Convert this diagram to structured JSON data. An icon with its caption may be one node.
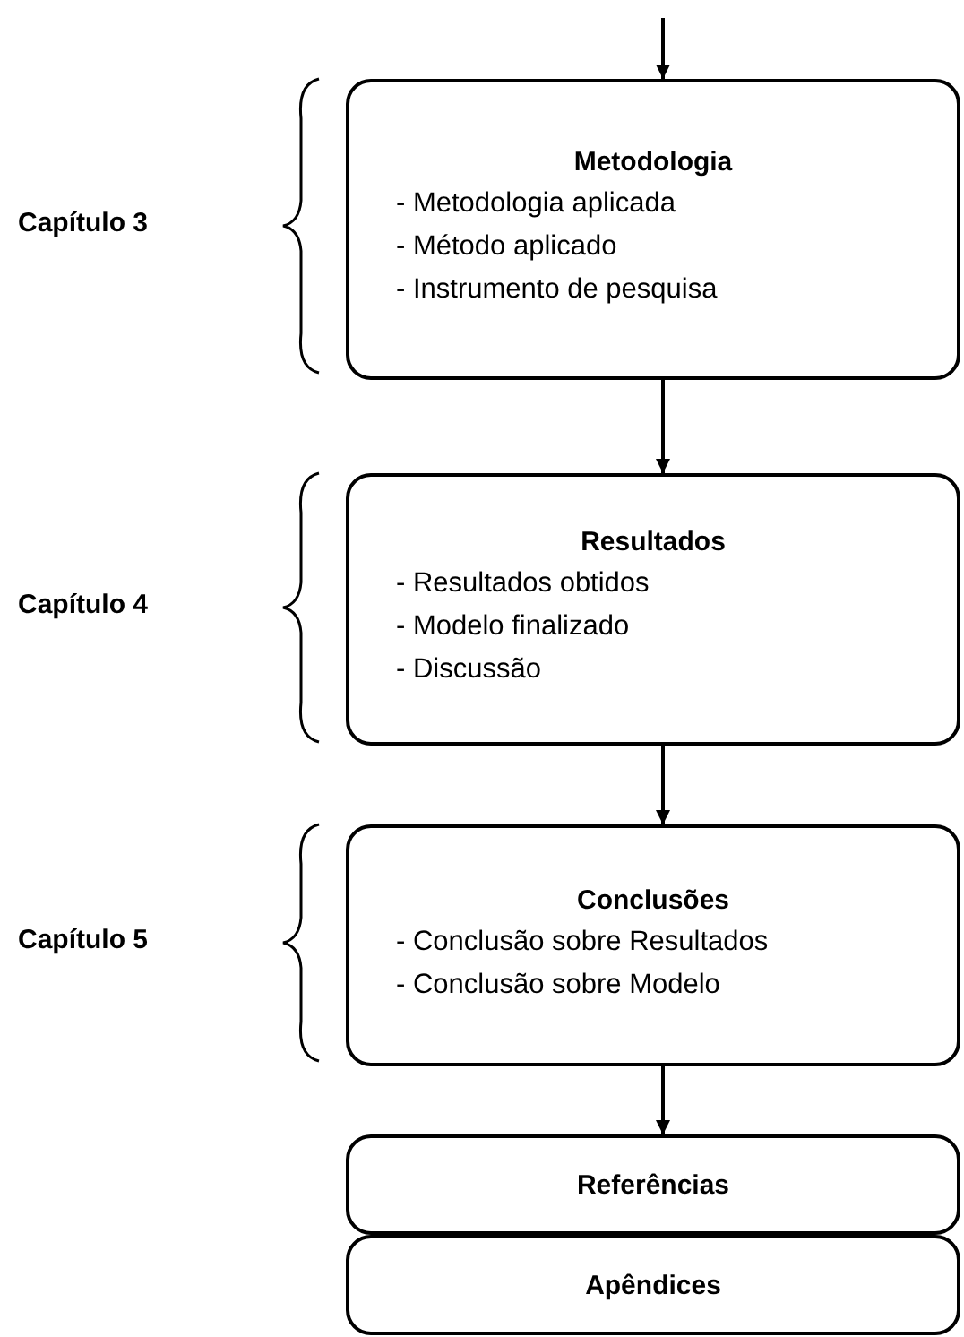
{
  "diagram": {
    "nodes": [
      {
        "text": [
          "Metodologia",
          "- Metodologia aplicada",
          "- Método aplicado",
          "- Instrumento de pesquisa"
        ]
      },
      {
        "text": [
          "Resultados",
          "- Resultados obtidos",
          "- Modelo finalizado",
          "- Discussão"
        ]
      },
      {
        "text": [
          "Conclusões",
          "- Conclusão sobre Resultados",
          "- Conclusão sobre Modelo"
        ]
      },
      {
        "text": [
          "Referências"
        ]
      },
      {
        "text": [
          "Apêndices"
        ]
      }
    ],
    "edges": [
      {
        "from": null,
        "to": 0,
        "arrow": "to"
      },
      {
        "from": 0,
        "to": 1,
        "arrow": "to"
      },
      {
        "from": 1,
        "to": 2,
        "arrow": "to"
      },
      {
        "from": 2,
        "to": 3,
        "arrow": "to"
      }
    ],
    "labels": [
      "Capítulo 3",
      "Capítulo 4",
      "Capítulo 5"
    ]
  }
}
